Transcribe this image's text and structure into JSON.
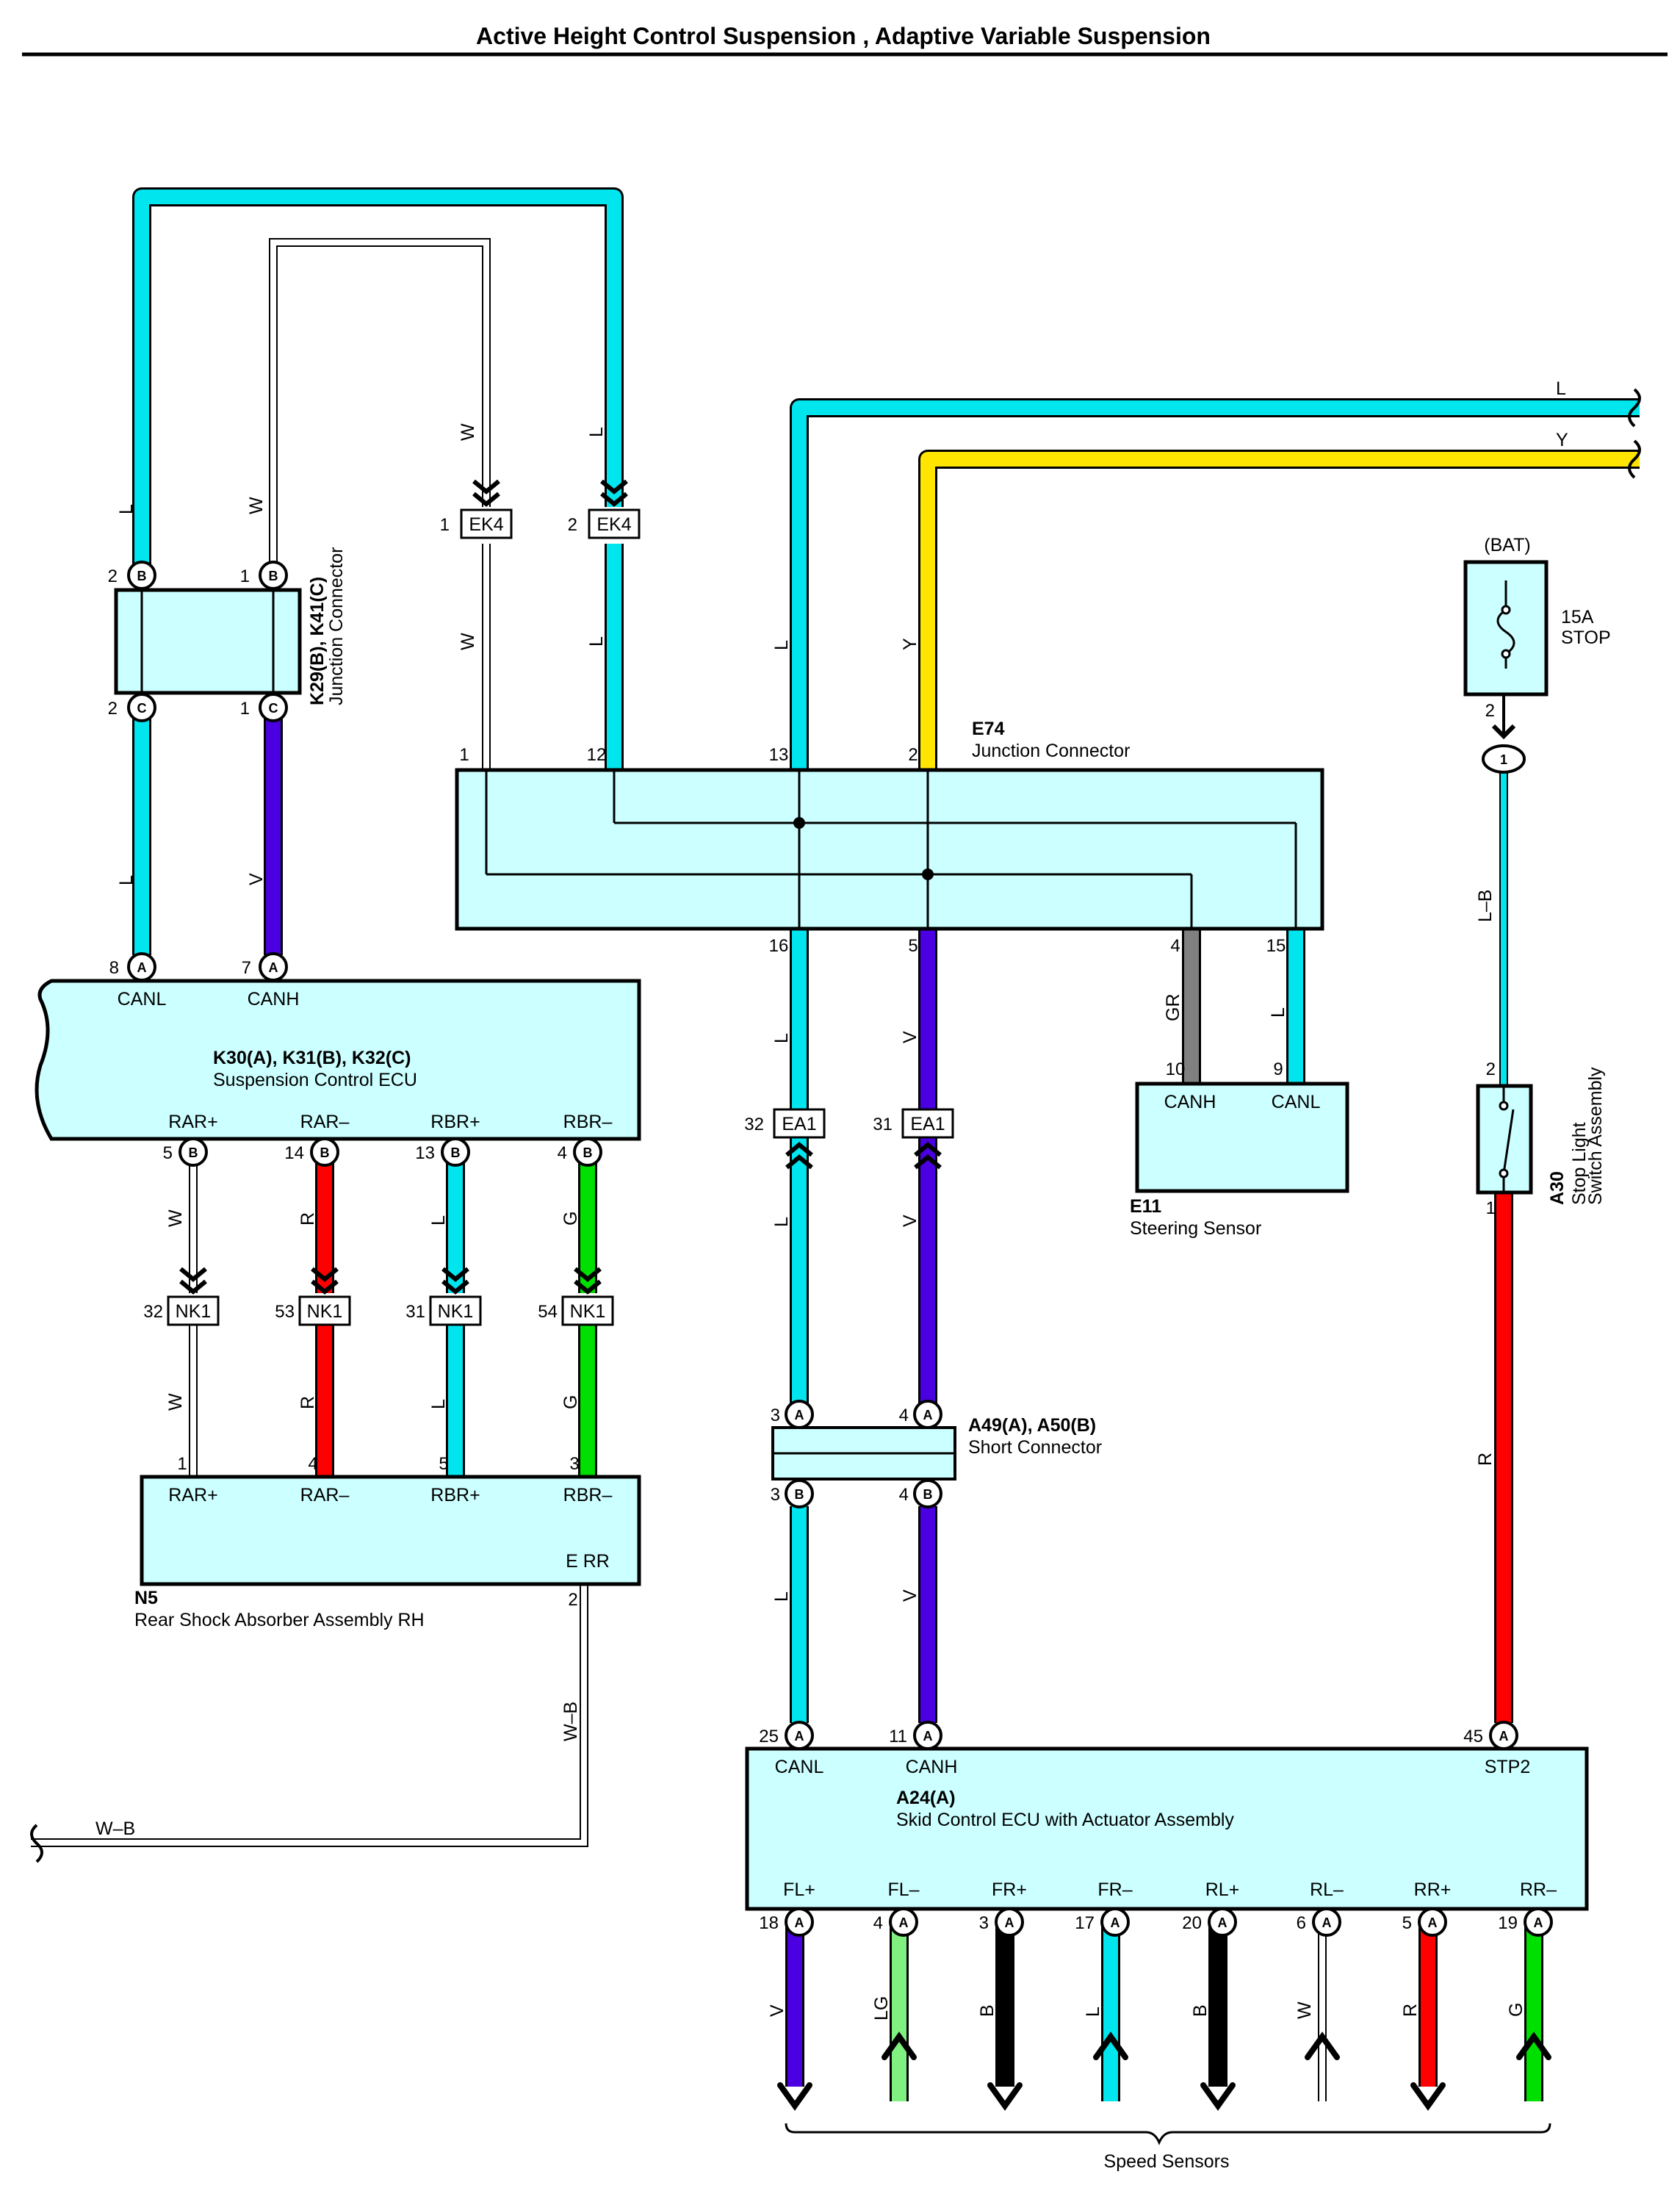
{
  "title": "Active Height Control Suspension , Adaptive Variable Suspension",
  "colors": {
    "L": "#00e5ee",
    "Y": "#ffe500",
    "V": "#4a00e0",
    "R": "#ff0000",
    "G": "#00e000",
    "LG": "#80f080",
    "B": "#000000",
    "GR": "#808080",
    "W": "#ffffff",
    "box_fill": "#ccffff"
  },
  "components": {
    "k29": {
      "id": "K29(B), K41(C)",
      "name": "Junction Connector"
    },
    "k30": {
      "id": "K30(A), K31(B), K32(C)",
      "name": "Suspension Control ECU",
      "pins_top": [
        "CANL",
        "CANH"
      ],
      "pins_bottom": [
        "RAR+",
        "RAR–",
        "RBR+",
        "RBR–"
      ]
    },
    "e74": {
      "id": "E74",
      "name": "Junction Connector"
    },
    "e11": {
      "id": "E11",
      "name": "Steering Sensor",
      "pins": [
        "CANH",
        "CANL"
      ]
    },
    "a30": {
      "id": "A30",
      "name_line1": "Stop Light",
      "name_line2": "Switch Assembly"
    },
    "fuse": {
      "source": "(BAT)",
      "rating": "15A",
      "name": "STOP"
    },
    "a49": {
      "id": "A49(A), A50(B)",
      "name": "Short Connector"
    },
    "n5": {
      "id": "N5",
      "name": "Rear Shock Absorber Assembly RH",
      "pins": [
        "RAR+",
        "RAR–",
        "RBR+",
        "RBR–"
      ],
      "ground": "E RR"
    },
    "a24": {
      "id": "A24(A)",
      "name": "Skid Control ECU with Actuator Assembly",
      "pins_top": [
        "CANL",
        "CANH",
        "STP2"
      ],
      "pins_bottom": [
        "FL+",
        "FL–",
        "FR+",
        "FR–",
        "RL+",
        "RL–",
        "RR+",
        "RR–"
      ]
    },
    "speed": {
      "name": "Speed Sensors"
    }
  },
  "connectors": {
    "ek4": "EK4",
    "ea1": "EA1",
    "nk1": "NK1"
  },
  "wire_labels": {
    "L": "L",
    "Y": "Y",
    "W": "W",
    "V": "V",
    "R": "R",
    "G": "G",
    "GR": "GR",
    "LG": "LG",
    "B": "B",
    "LB": "L–B",
    "WB": "W–B"
  },
  "pins": {
    "k29_tl": "2",
    "k29_tr": "1",
    "k29_bl": "2",
    "k29_br": "1",
    "k29_tl_c": "B",
    "k29_tr_c": "B",
    "k29_bl_c": "C",
    "k29_br_c": "C",
    "k30_canl": "8",
    "k30_canh": "7",
    "k30_a": "A",
    "k30_b1": "5",
    "k30_b2": "14",
    "k30_b3": "13",
    "k30_b4": "4",
    "k30_b": "B",
    "nk1_1": "32",
    "nk1_2": "53",
    "nk1_3": "31",
    "nk1_4": "54",
    "n5_1": "1",
    "n5_2": "4",
    "n5_3": "5",
    "n5_4": "3",
    "n5_gnd": "2",
    "ek4_1": "1",
    "ek4_2": "2",
    "e74_1": "1",
    "e74_12": "12",
    "e74_13": "13",
    "e74_2": "2",
    "e74_16": "16",
    "e74_5": "5",
    "e74_4": "4",
    "e74_15": "15",
    "e11_10": "10",
    "e11_9": "9",
    "ea1_32": "32",
    "ea1_31": "31",
    "a49_t1": "3",
    "a49_t2": "4",
    "a49_b1": "3",
    "a49_b2": "4",
    "a49_a": "A",
    "a49_b": "B",
    "a24_25": "25",
    "a24_11": "11",
    "a24_45": "45",
    "a24_a": "A",
    "a24_18": "18",
    "a24_4": "4",
    "a24_3": "3",
    "a24_17": "17",
    "a24_20": "20",
    "a24_6": "6",
    "a24_5": "5",
    "a24_19": "19",
    "fuse_2": "2",
    "stop_conn": "1",
    "a30_2": "2",
    "a30_1": "1"
  }
}
